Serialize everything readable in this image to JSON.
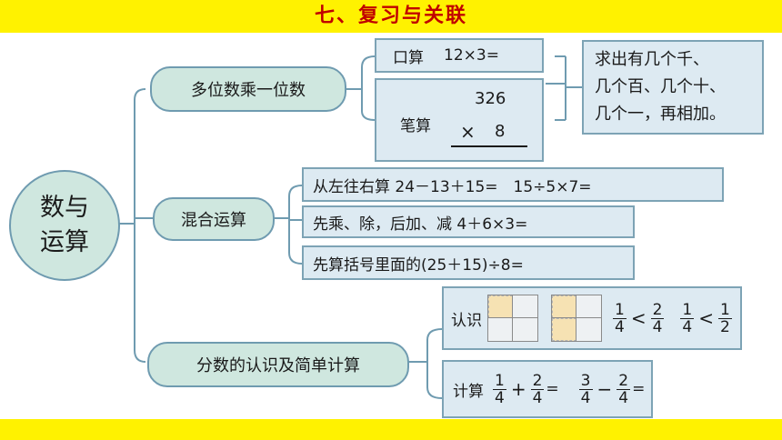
{
  "header": {
    "title": "七、复习与关联"
  },
  "root": {
    "line1": "数与",
    "line2": "运算"
  },
  "branches": {
    "multiply": {
      "label": "多位数乘一位数",
      "oral": {
        "label": "口算",
        "expr": "12×3="
      },
      "written": {
        "label": "笔算",
        "top": "326",
        "op": "×",
        "bottom": "8"
      },
      "note": {
        "line1": "求出有几个千、",
        "line2": "几个百、几个十、",
        "line3": "几个一，再相加。"
      }
    },
    "mixed": {
      "label": "混合运算",
      "rules": [
        {
          "text": "从左往右算 24－13＋15=　15÷5×7="
        },
        {
          "text": "先乘、除，后加、减 4＋6×3="
        },
        {
          "text": "先算括号里面的(25＋15)÷8="
        }
      ]
    },
    "fractions": {
      "label": "分数的认识及简单计算",
      "recognize": {
        "label": "认识",
        "compare1": {
          "a_num": "1",
          "a_den": "4",
          "sign": "<",
          "b_num": "2",
          "b_den": "4"
        },
        "compare2": {
          "a_num": "1",
          "a_den": "4",
          "sign": "<",
          "b_num": "1",
          "b_den": "2"
        },
        "grid1_shaded": "1/4",
        "grid2_shaded": "2/4"
      },
      "calculate": {
        "label": "计算",
        "expr1": {
          "a_num": "1",
          "a_den": "4",
          "op": "+",
          "b_num": "2",
          "b_den": "4",
          "eq": "="
        },
        "expr2": {
          "a_num": "3",
          "a_den": "4",
          "op": "−",
          "b_num": "2",
          "b_den": "4",
          "eq": "="
        }
      }
    }
  },
  "colors": {
    "bar": "#fff200",
    "title": "#c00000",
    "node_fill": "#cfe7df",
    "box_fill": "#ddeaf2",
    "line": "#6f9bb0",
    "shade": "#f6e2b3"
  }
}
